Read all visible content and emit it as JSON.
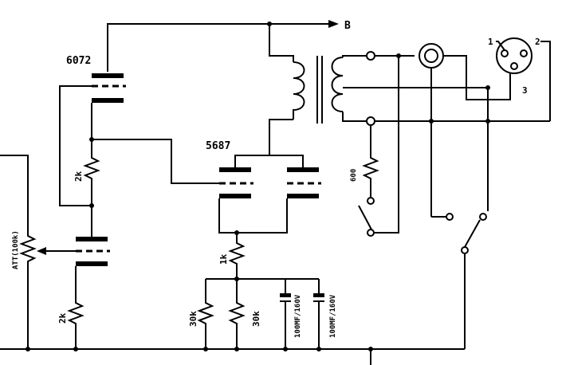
{
  "diagram": {
    "tubes": {
      "input_stage": "6072",
      "output_stage": "5687"
    },
    "supply_label": "B",
    "resistors": {
      "grid_leak_upper": "2k",
      "grid_leak_lower": "2k",
      "cathode_series": "1k",
      "cathode_left": "30k",
      "cathode_right": "30k",
      "termination": "600"
    },
    "attenuator": "ATT(100k)",
    "capacitors": {
      "left": "100MF/160V",
      "right": "100MF/160V"
    },
    "xlr_pins": {
      "pin1": "1",
      "pin2": "2",
      "pin3": "3"
    }
  }
}
